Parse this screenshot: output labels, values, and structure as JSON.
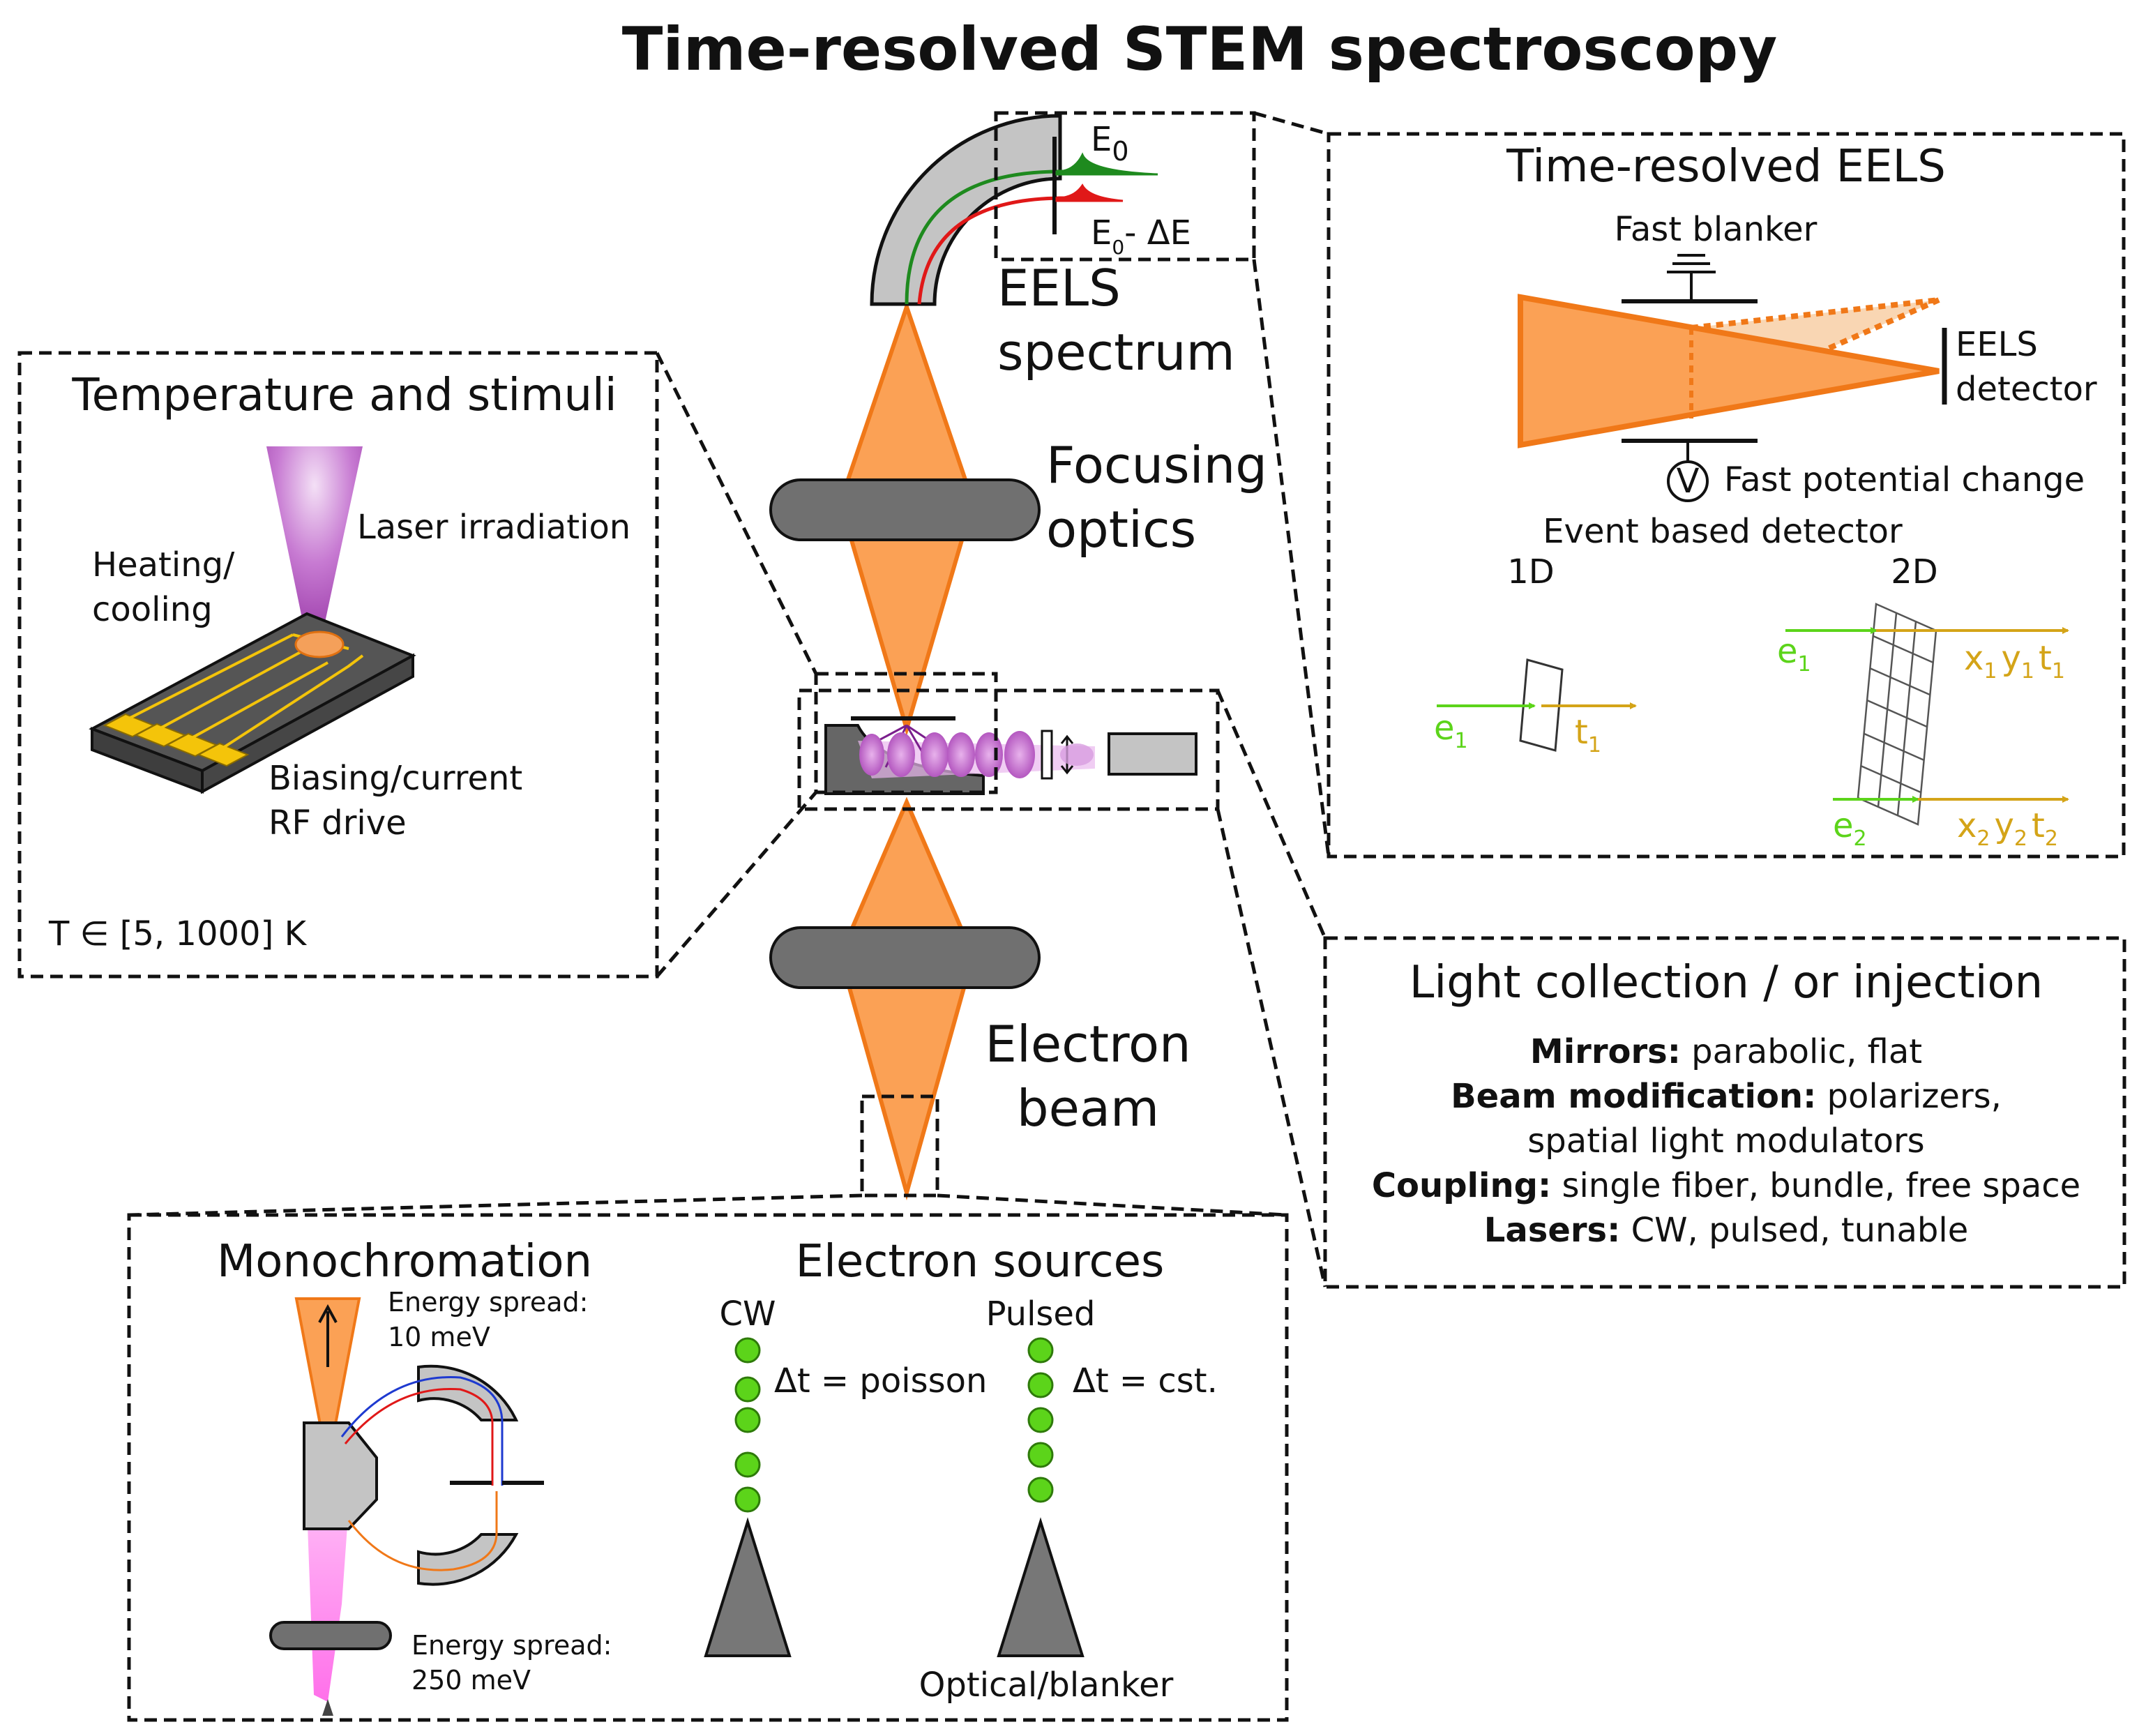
{
  "title": "Time-resolved STEM spectroscopy",
  "colors": {
    "beam": "#fba155",
    "beam_edge": "#f07818",
    "green_e": "#5cd41a",
    "gold_t": "#d4a418",
    "laser_pink": "#ff8cf0",
    "laser_purple": "#b04cc0",
    "chip_yellow": "#f4c40a",
    "chip_dark": "#555555"
  },
  "center": {
    "eels_spectrum": [
      "EELS",
      "spectrum"
    ],
    "e0": "E",
    "e0_sub": "0",
    "e0_delta_prefix": "E",
    "e0_delta_sub": "0",
    "e0_delta_suffix": "- ΔE",
    "focusing_optics": [
      "Focusing",
      "optics"
    ],
    "electron_beam": [
      "Electron",
      "beam"
    ]
  },
  "temperature": {
    "title": "Temperature and stimuli",
    "laser": "Laser irradiation",
    "heating": [
      "Heating/",
      "cooling"
    ],
    "biasing": [
      "Biasing/current",
      "RF drive"
    ],
    "range": "T ∈ [5, 1000] K"
  },
  "treels": {
    "title": "Time-resolved EELS",
    "fast_blanker": "Fast blanker",
    "detector": [
      "EELS",
      "detector"
    ],
    "volt_symbol": "V",
    "fast_potential": "Fast potential change",
    "event_detector": "Event based detector",
    "d1": "1D",
    "d2": "2D",
    "e": "e",
    "t": "t",
    "x": "x",
    "y": "y",
    "sub1": "1",
    "sub2": "2"
  },
  "light": {
    "title": "Light collection / or injection",
    "lines": [
      {
        "bold": "Mirrors:",
        "text": " parabolic, flat"
      },
      {
        "bold": "Beam modification:",
        "text": " polarizers,"
      },
      {
        "bold": "",
        "text": "spatial light modulators"
      },
      {
        "bold": "Coupling:",
        "text": " single fiber, bundle, free space"
      },
      {
        "bold": "Lasers:",
        "text": " CW, pulsed, tunable"
      }
    ]
  },
  "bottom": {
    "mono_title": "Monochromation",
    "sources_title": "Electron sources",
    "energy_top": [
      "Energy spread:",
      "10 meV"
    ],
    "energy_bottom": [
      "Energy spread:",
      "250 meV"
    ],
    "cw": "CW",
    "pulsed": "Pulsed",
    "dt_poisson": "Δt = poisson",
    "dt_cst": "Δt = cst.",
    "optical": "Optical/blanker"
  }
}
